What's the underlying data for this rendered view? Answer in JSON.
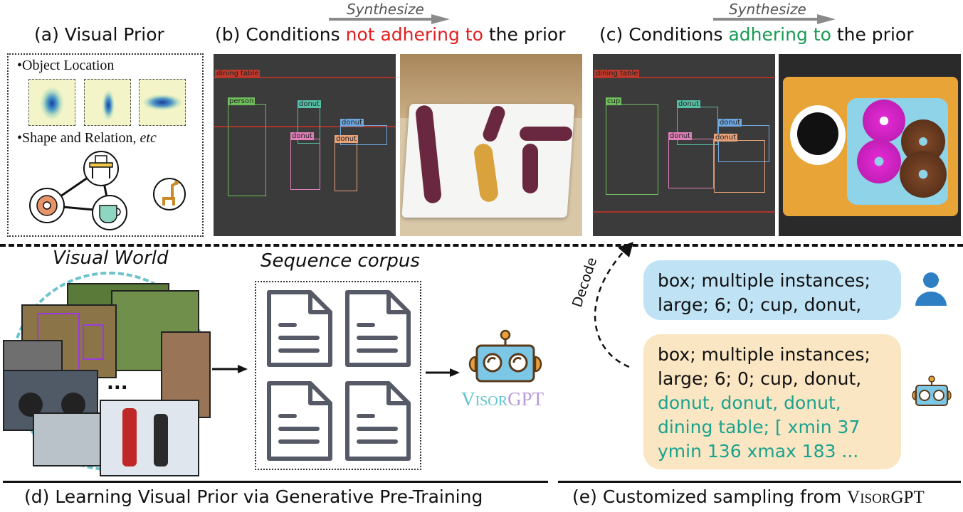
{
  "panel_a": {
    "title": "(a) Visual Prior",
    "bullet1": "•Object Location",
    "bullet2": "•Shape and Relation, ",
    "bullet2_etc": "etc"
  },
  "panel_b": {
    "synth": "Synthesize",
    "title_pre": "(b) Conditions ",
    "title_hl": "not adhering to",
    "title_post": " the prior",
    "hl_color": "#e02020",
    "labels": [
      "dining table",
      "person",
      "donut",
      "donut",
      "donut",
      "donut"
    ]
  },
  "panel_c": {
    "synth": "Synthesize",
    "title_pre": "(c) Conditions ",
    "title_hl": "adhering to",
    "title_post": " the prior",
    "hl_color": "#1a9a55",
    "labels": [
      "dining table",
      "cup",
      "donut",
      "donut",
      "donut",
      "donut"
    ]
  },
  "panel_d": {
    "visual_world": "Visual World",
    "corpus": "Sequence corpus",
    "dots": "...",
    "brand_v": "V",
    "brand_isor": "ISOR",
    "brand_gpt": "GPT",
    "caption": "(d) Learning Visual Prior via Generative Pre-Training"
  },
  "panel_e": {
    "decode": "Decode",
    "prompt_lines": [
      "box; multiple instances;",
      "large; 6; 0; cup, donut,"
    ],
    "output_lines_black": [
      "box; multiple instances;",
      "large; 6; 0; cup, donut,"
    ],
    "output_lines_teal": [
      "donut,  donut,  donut,",
      "dining table; [ xmin 37",
      "ymin 136 xmax 183 ..."
    ],
    "caption_pre": "(e) Customized sampling from ",
    "caption_v": "V",
    "caption_isor": "ISOR",
    "caption_gpt": "GPT"
  },
  "colors": {
    "user_bubble": "#bfe3f5",
    "bot_bubble": "#fbe6c3",
    "teal": "#1aa28f",
    "user_icon": "#2f7fc4"
  }
}
